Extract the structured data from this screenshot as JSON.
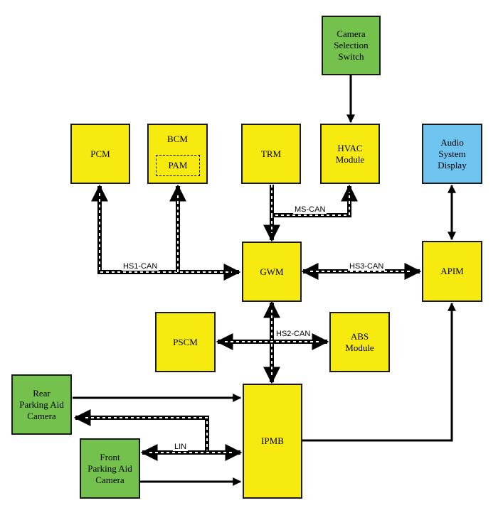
{
  "modules": {
    "camera_switch": "Camera\nSelection\nSwitch",
    "pcm": "PCM",
    "bcm": "BCM",
    "pam": "PAM",
    "trm": "TRM",
    "hvac": "HVAC\nModule",
    "audio_display": "Audio\nSystem\nDisplay",
    "gwm": "GWM",
    "apim": "APIM",
    "pscm": "PSCM",
    "abs": "ABS\nModule",
    "rear_camera": "Rear\nParking Aid\nCamera",
    "front_camera": "Front\nParking Aid\nCamera",
    "ipmb": "IPMB"
  },
  "buses": {
    "ms_can": "MS-CAN",
    "hs1_can": "HS1-CAN",
    "hs3_can": "HS3-CAN",
    "hs2_can": "HS2-CAN",
    "lin": "LIN"
  },
  "colors": {
    "module_yellow": "#f7ea0f",
    "camera_green": "#74c14d",
    "display_blue": "#6fc3ef",
    "line": "#000000"
  }
}
